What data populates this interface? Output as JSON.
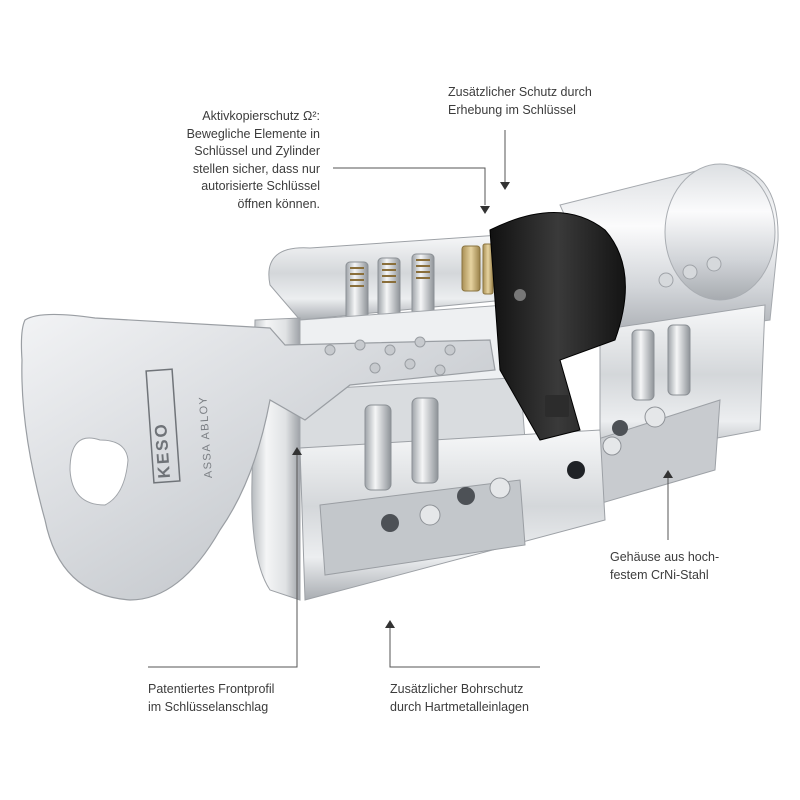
{
  "annotations": {
    "copy_protection": "Aktivkopierschutz Ω²:\nBewegliche Elemente in\nSchlüssel und Zylinder\nstellen sicher, dass nur\nautorisierte Schlüssel\nöffnen können.",
    "key_protection": "Zusätzlicher Schutz durch\nErhebung im Schlüssel",
    "housing": "Gehäuse aus hoch-\nfestem CrNi-Stahl",
    "front_profile": "Patentiertes Frontprofil\nim Schlüsselanschlag",
    "drill_protection": "Zusätzlicher Bohrschutz\ndurch Hartmetalleinlagen"
  },
  "key": {
    "brand": "KESO",
    "maker": "ASSA ABLOY"
  },
  "colors": {
    "text": "#3c3c3c",
    "leader": "#555555",
    "metal_light": "#eef0f2",
    "metal_mid": "#c9cdd1",
    "metal_dark": "#8d9297",
    "cam_black": "#1e1e1e",
    "brass": "#c9b27a"
  }
}
